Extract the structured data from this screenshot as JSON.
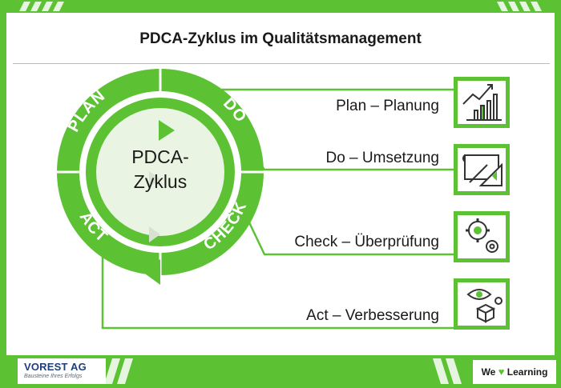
{
  "title": "PDCA-Zyklus im Qualitätsmanagement",
  "center": {
    "line1": "PDCA-",
    "line2": "Zyklus"
  },
  "ring_labels": {
    "plan": "PLAN",
    "do": "DO",
    "check": "CHECK",
    "act": "ACT"
  },
  "steps": [
    {
      "label": "Plan – Planung",
      "icon": "growth-chart-icon"
    },
    {
      "label": "Do – Umsetzung",
      "icon": "blueprint-ruler-icon"
    },
    {
      "label": "Check – Überprüfung",
      "icon": "gears-icon"
    },
    {
      "label": "Act – Verbesserung",
      "icon": "eye-cube-icon"
    }
  ],
  "footer": {
    "logo_name": "VOREST AG",
    "logo_tagline": "Bausteine Ihres Erfolgs",
    "we": "We",
    "heart": "♥",
    "learning": "Learning"
  },
  "colors": {
    "accent": "#5cc234",
    "text": "#1a1a1a",
    "light": "#e9f4e2"
  }
}
